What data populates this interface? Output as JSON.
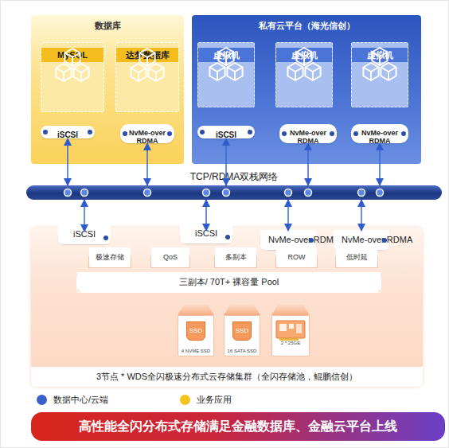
{
  "diagram": {
    "nodes": [
      {
        "text": [
          "数据库"
        ]
      },
      {
        "text": [
          "MySQL"
        ],
        "in": 0
      },
      {
        "text": [
          "达梦数据库"
        ],
        "in": 0
      },
      {
        "text": [
          "iSCSI"
        ],
        "in": 0
      },
      {
        "text": [
          "NvMe-over RDMA"
        ],
        "in": 0
      },
      {
        "text": [
          "私有云平台（海光信创）"
        ]
      },
      {
        "text": [
          "虚拟机"
        ],
        "in": 5
      },
      {
        "text": [
          "虚拟机"
        ],
        "in": 5
      },
      {
        "text": [
          "虚拟机"
        ],
        "in": 5
      },
      {
        "text": [
          "iSCSI"
        ],
        "in": 5
      },
      {
        "text": [
          "NvMe-over RDMA"
        ],
        "in": 5
      },
      {
        "text": [
          "NvMe-over RDMA"
        ],
        "in": 5
      },
      {
        "text": [
          "TCP/RDMA双栈网络"
        ]
      },
      {
        "text": [
          "3节点 * WDS全闪极速分布式云存储集群（全闪存储池，鲲鹏信创）"
        ]
      },
      {
        "text": [
          "iSCSI"
        ],
        "in": 13
      },
      {
        "text": [
          "iSCSI"
        ],
        "in": 13
      },
      {
        "text": [
          "NvMe-over RDMA"
        ],
        "in": 13
      },
      {
        "text": [
          "NvMe-over RDMA"
        ],
        "in": 13
      },
      {
        "text": [
          "极速存储"
        ],
        "in": 13
      },
      {
        "text": [
          "QoS"
        ],
        "in": 13
      },
      {
        "text": [
          "多副本"
        ],
        "in": 13
      },
      {
        "text": [
          "ROW"
        ],
        "in": 13
      },
      {
        "text": [
          "低时延"
        ],
        "in": 13
      },
      {
        "text": [
          "三副本/ 70T+ 裸容量 Pool"
        ],
        "in": 13
      },
      {
        "text": [
          "SSD",
          "4 NVME SSD"
        ],
        "in": 13
      },
      {
        "text": [
          "SSD",
          "16 SATA SSD"
        ],
        "in": 13
      },
      {
        "text": [
          "2 * 25GE"
        ],
        "in": 13
      },
      {
        "text": [
          "高性能全闪分布式存储满足金融数据库、金融云平台上线"
        ]
      }
    ],
    "edges": [
      {
        "from": 3,
        "to": 12,
        "arrow": "both"
      },
      {
        "from": 4,
        "to": 12,
        "arrow": "both"
      },
      {
        "from": 9,
        "to": 12,
        "arrow": "both"
      },
      {
        "from": 10,
        "to": 12,
        "arrow": "both"
      },
      {
        "from": 11,
        "to": 12,
        "arrow": "both"
      },
      {
        "from": 12,
        "to": 14,
        "arrow": "both"
      },
      {
        "from": 12,
        "to": 15,
        "arrow": "both"
      },
      {
        "from": 12,
        "to": 16,
        "arrow": "both"
      },
      {
        "from": 12,
        "to": 17,
        "arrow": "both"
      }
    ],
    "legend": [
      {
        "text": "数据中心/云端",
        "color": "#3d5fc9"
      },
      {
        "text": "业务应用",
        "color": "#f6c21c"
      }
    ]
  }
}
